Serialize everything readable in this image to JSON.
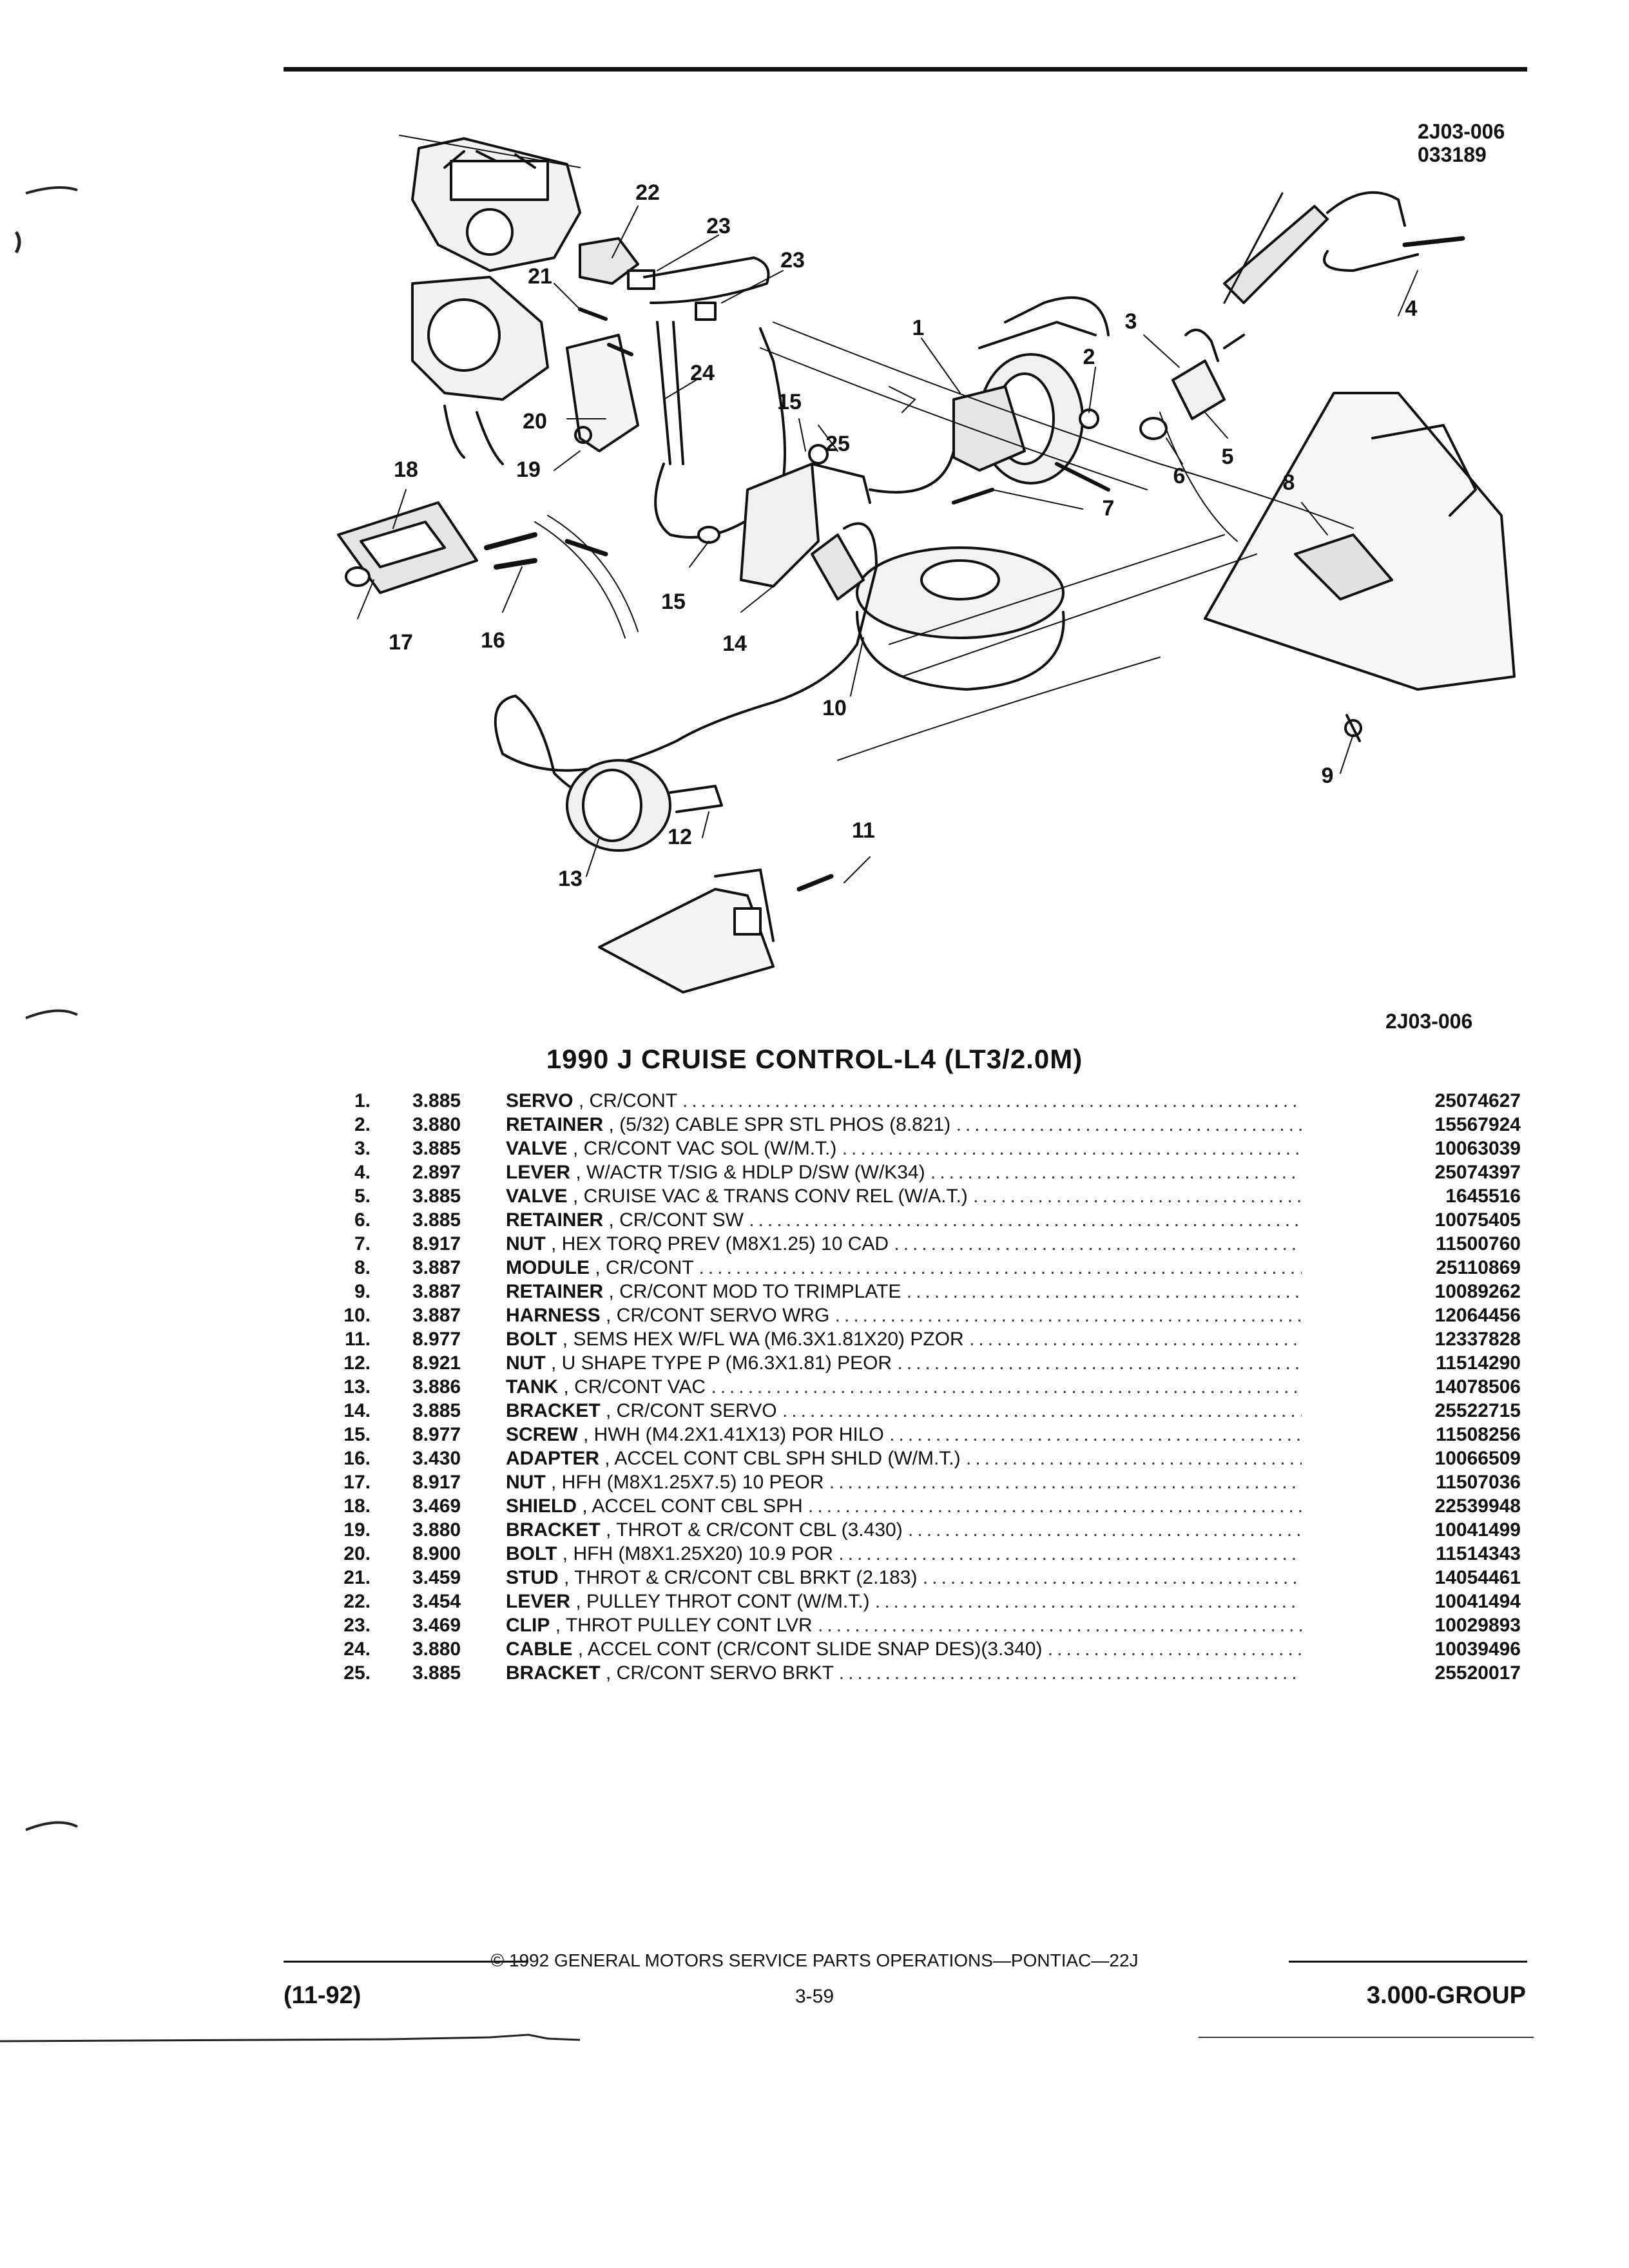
{
  "diagram": {
    "code_top": "2J03-006",
    "date_code": "033189",
    "code_bottom": "2J03-006",
    "callouts": [
      "1",
      "2",
      "3",
      "4",
      "5",
      "6",
      "7",
      "8",
      "9",
      "10",
      "11",
      "12",
      "13",
      "14",
      "15",
      "15",
      "16",
      "17",
      "18",
      "19",
      "20",
      "21",
      "22",
      "23",
      "23",
      "24",
      "25"
    ]
  },
  "title": "1990 J CRUISE CONTROL-L4 (LT3/2.0M)",
  "parts": [
    {
      "num": "1.",
      "group": "3.885",
      "name": "SERVO",
      "desc": ", CR/CONT",
      "part": "25074627"
    },
    {
      "num": "2.",
      "group": "3.880",
      "name": "RETAINER",
      "desc": ", (5/32) CABLE SPR STL PHOS (8.821)",
      "part": "15567924"
    },
    {
      "num": "3.",
      "group": "3.885",
      "name": "VALVE",
      "desc": ", CR/CONT VAC SOL (W/M.T.)",
      "part": "10063039"
    },
    {
      "num": "4.",
      "group": "2.897",
      "name": "LEVER",
      "desc": ", W/ACTR T/SIG & HDLP D/SW (W/K34)",
      "part": "25074397"
    },
    {
      "num": "5.",
      "group": "3.885",
      "name": "VALVE",
      "desc": ", CRUISE VAC & TRANS CONV REL (W/A.T.)",
      "part": "1645516"
    },
    {
      "num": "6.",
      "group": "3.885",
      "name": "RETAINER",
      "desc": ", CR/CONT SW",
      "part": "10075405"
    },
    {
      "num": "7.",
      "group": "8.917",
      "name": "NUT",
      "desc": ", HEX TORQ PREV (M8X1.25) 10 CAD",
      "part": "11500760"
    },
    {
      "num": "8.",
      "group": "3.887",
      "name": "MODULE",
      "desc": ", CR/CONT",
      "part": "25110869"
    },
    {
      "num": "9.",
      "group": "3.887",
      "name": "RETAINER",
      "desc": ", CR/CONT MOD TO TRIMPLATE",
      "part": "10089262"
    },
    {
      "num": "10.",
      "group": "3.887",
      "name": "HARNESS",
      "desc": ", CR/CONT SERVO WRG",
      "part": "12064456"
    },
    {
      "num": "11.",
      "group": "8.977",
      "name": "BOLT",
      "desc": ", SEMS HEX W/FL WA (M6.3X1.81X20) PZOR",
      "part": "12337828"
    },
    {
      "num": "12.",
      "group": "8.921",
      "name": "NUT",
      "desc": ", U SHAPE TYPE P (M6.3X1.81) PEOR",
      "part": "11514290"
    },
    {
      "num": "13.",
      "group": "3.886",
      "name": "TANK",
      "desc": ", CR/CONT VAC",
      "part": "14078506"
    },
    {
      "num": "14.",
      "group": "3.885",
      "name": "BRACKET",
      "desc": ", CR/CONT SERVO",
      "part": "25522715"
    },
    {
      "num": "15.",
      "group": "8.977",
      "name": "SCREW",
      "desc": ", HWH (M4.2X1.41X13) POR HILO",
      "part": "11508256"
    },
    {
      "num": "16.",
      "group": "3.430",
      "name": "ADAPTER",
      "desc": ", ACCEL CONT CBL SPH SHLD (W/M.T.)",
      "part": "10066509"
    },
    {
      "num": "17.",
      "group": "8.917",
      "name": "NUT",
      "desc": ", HFH (M8X1.25X7.5) 10 PEOR",
      "part": "11507036"
    },
    {
      "num": "18.",
      "group": "3.469",
      "name": "SHIELD",
      "desc": ", ACCEL CONT CBL SPH",
      "part": "22539948"
    },
    {
      "num": "19.",
      "group": "3.880",
      "name": "BRACKET",
      "desc": ", THROT & CR/CONT CBL (3.430)",
      "part": "10041499"
    },
    {
      "num": "20.",
      "group": "8.900",
      "name": "BOLT",
      "desc": ", HFH (M8X1.25X20) 10.9 POR",
      "part": "11514343"
    },
    {
      "num": "21.",
      "group": "3.459",
      "name": "STUD",
      "desc": ", THROT & CR/CONT CBL BRKT (2.183)",
      "part": "14054461"
    },
    {
      "num": "22.",
      "group": "3.454",
      "name": "LEVER",
      "desc": ", PULLEY THROT CONT (W/M.T.)",
      "part": "10041494"
    },
    {
      "num": "23.",
      "group": "3.469",
      "name": "CLIP",
      "desc": ", THROT PULLEY CONT LVR",
      "part": "10029893"
    },
    {
      "num": "24.",
      "group": "3.880",
      "name": "CABLE",
      "desc": ", ACCEL CONT (CR/CONT SLIDE SNAP DES)(3.340)",
      "part": "10039496"
    },
    {
      "num": "25.",
      "group": "3.885",
      "name": "BRACKET",
      "desc": ", CR/CONT SERVO BRKT",
      "part": "25520017"
    }
  ],
  "footer": {
    "copyright": "© 1992 GENERAL MOTORS SERVICE PARTS OPERATIONS—PONTIAC—22J",
    "revision": "(11-92)",
    "page": "3-59",
    "group": "3.000-GROUP"
  },
  "dot_leader": "........................................................................................................"
}
